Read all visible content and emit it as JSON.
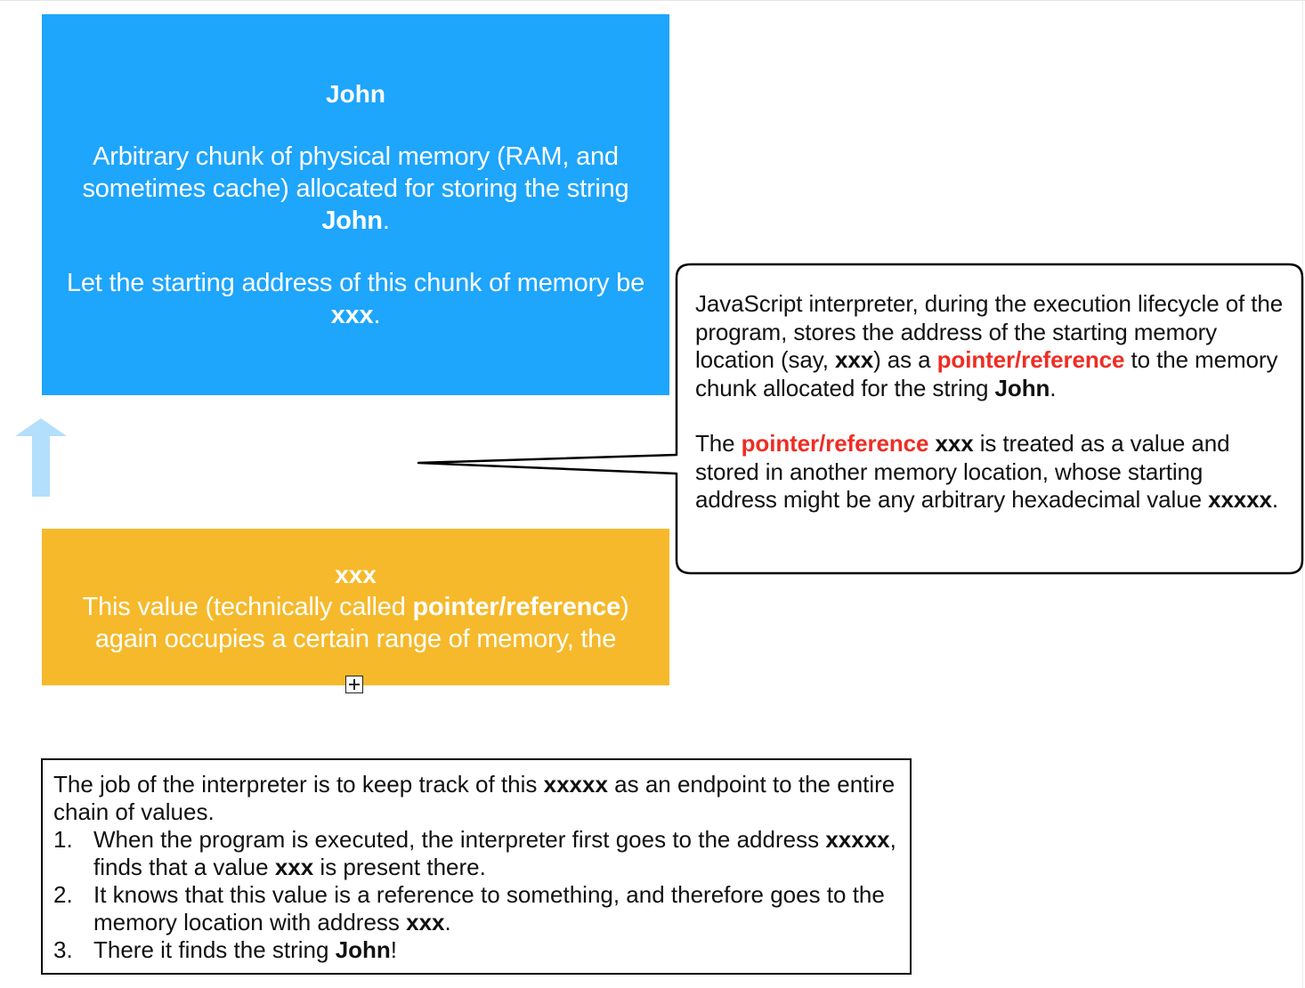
{
  "blue_box": {
    "title": "John",
    "desc_before": "Arbitrary chunk of physical memory (RAM, and sometimes cache) allocated for storing the string ",
    "desc_bold": "John",
    "desc_after": ".",
    "addr_before": "Let the starting address of this chunk of memory be ",
    "addr_bold": "xxx",
    "addr_after": "."
  },
  "orange_box": {
    "title": "xxx",
    "desc_before": "This value (technically called ",
    "desc_bold": "pointer/reference",
    "desc_after": ") again occupies a certain range of memory, the"
  },
  "callout": {
    "p1_a": "JavaScript interpreter, during the execution lifecycle of the program, stores the address of the starting memory location (say, ",
    "p1_b": "xxx",
    "p1_c": ") as a ",
    "p1_d": "pointer/reference",
    "p1_e": " to the memory chunk allocated for the string ",
    "p1_f": "John",
    "p1_g": ".",
    "p2_a": "The ",
    "p2_b": "pointer/reference",
    "p2_c": " ",
    "p2_d": "xxx",
    "p2_e": " is treated as a value and stored in another memory location, whose starting address might be any arbitrary hexadecimal value ",
    "p2_f": "xxxxx",
    "p2_g": "."
  },
  "bottom_box": {
    "intro_a": "The job of the interpreter is to keep track of this ",
    "intro_b": "xxxxx",
    "intro_c": " as an endpoint to the entire chain of values.",
    "steps": [
      {
        "num": "1.",
        "a": "When the program is executed, the interpreter first goes to the address ",
        "b": "xxxxx",
        "c": ", finds that a value ",
        "d": "xxx",
        "e": " is present there."
      },
      {
        "num": "2.",
        "a": "It knows that this value is a reference to something, and therefore goes to the memory location with address ",
        "b": "xxx",
        "c": "."
      },
      {
        "num": "3.",
        "a": "There it finds the string ",
        "b": "John",
        "c": "!"
      }
    ]
  },
  "colors": {
    "blue_box": "#1ea5fc",
    "orange_box": "#f6b92b",
    "arrow": "#b3dffc",
    "highlight_red": "#ee2d24"
  },
  "icons": {
    "arrow": "up-arrow-icon",
    "handle": "plus-box-icon"
  }
}
